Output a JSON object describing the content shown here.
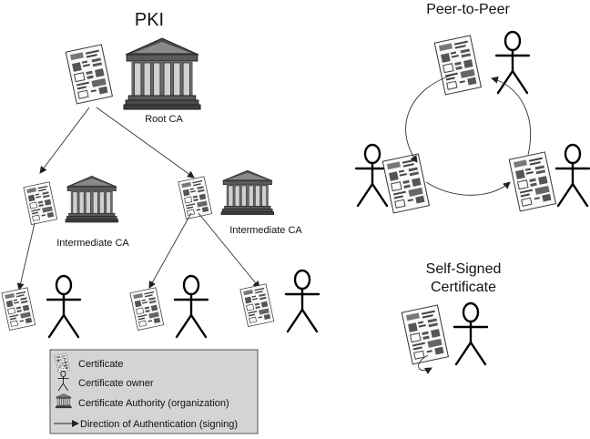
{
  "titles": {
    "pki": "PKI",
    "p2p": "Peer-to-Peer",
    "self_line1": "Self-Signed",
    "self_line2": "Certificate"
  },
  "labels": {
    "root_ca": "Root CA",
    "intermediate_ca_left": "Intermediate CA",
    "intermediate_ca_right": "Intermediate CA"
  },
  "legend": {
    "certificate": "Certificate",
    "owner": "Certificate owner",
    "authority": "Certificate Authority (organization)",
    "direction": "Direction of Authentication (signing)"
  },
  "icons": {
    "certificate": "certificate-icon",
    "person": "person-icon",
    "ca": "bank-building-icon",
    "arrow": "arrow-icon"
  },
  "colors": {
    "building_dark": "#4d4d4d",
    "building_light": "#c8c8c8",
    "legend_bg": "#d4d4d4",
    "line": "#333333"
  }
}
